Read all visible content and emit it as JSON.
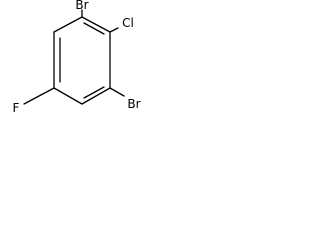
{
  "molecule": {
    "atoms": {
      "br_top": "Br",
      "cl": "Cl",
      "f": "F",
      "br_bottom": "Br"
    }
  }
}
